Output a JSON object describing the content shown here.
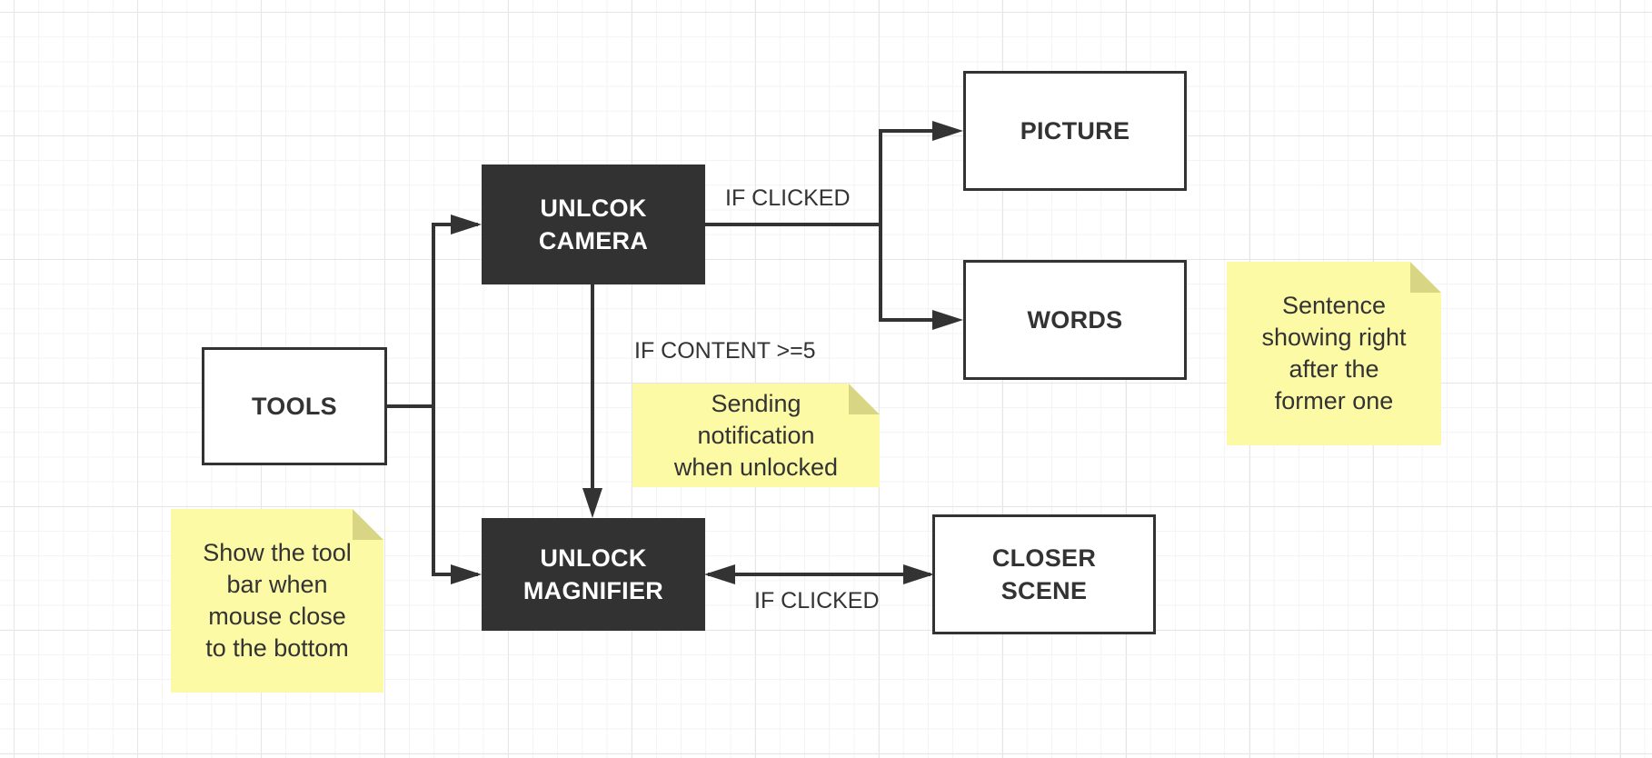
{
  "nodes": {
    "tools": "TOOLS",
    "unlock_camera": "UNLCOK\nCAMERA",
    "unlock_magnifier": "UNLOCK\nMAGNIFIER",
    "picture": "PICTURE",
    "words": "WORDS",
    "closer_scene": "CLOSER\nSCENE"
  },
  "edge_labels": {
    "camera_to_outputs": "IF CLICKED",
    "camera_to_magnifier": "IF CONTENT >=5",
    "magnifier_closer": "IF CLICKED"
  },
  "notes": {
    "tool_bar": "Show the tool\nbar when\nmouse close\nto the bottom",
    "notification": "Sending\nnotification\nwhen unlocked",
    "sentence": "Sentence\nshowing right\nafter the\nformer one"
  },
  "colors": {
    "dark_node": "#323232",
    "sticky_note": "#fdfaa6",
    "connector": "#333333"
  }
}
